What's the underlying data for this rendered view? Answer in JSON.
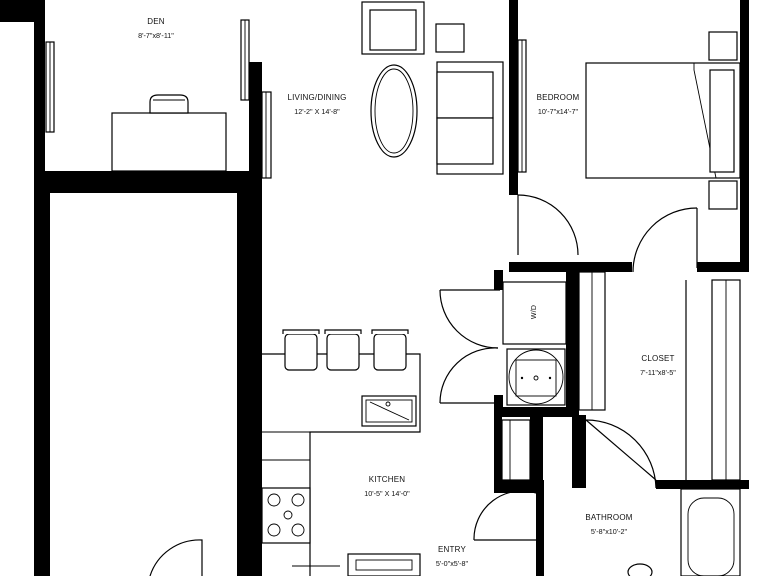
{
  "rooms": {
    "den": {
      "name": "DEN",
      "dims": "8'-7\"x8'-11\""
    },
    "living": {
      "name": "LIVING/DINING",
      "dims": "12'-2\" X 14'-8\""
    },
    "bedroom": {
      "name": "BEDROOM",
      "dims": "10'-7\"x14'-7\""
    },
    "closet": {
      "name": "CLOSET",
      "dims": "7'-11\"x8'-5\""
    },
    "kitchen": {
      "name": "KITCHEN",
      "dims": "10'-5\" X 14'-0\""
    },
    "bathroom": {
      "name": "BATHROOM",
      "dims": "5'-8\"x10'-2\""
    },
    "entry": {
      "name": "ENTRY",
      "dims": "5'-0\"x5'-8\""
    }
  },
  "fixtures": {
    "washer_dryer_label": "W/D"
  },
  "colors": {
    "wall": "#000000",
    "background": "#ffffff"
  }
}
